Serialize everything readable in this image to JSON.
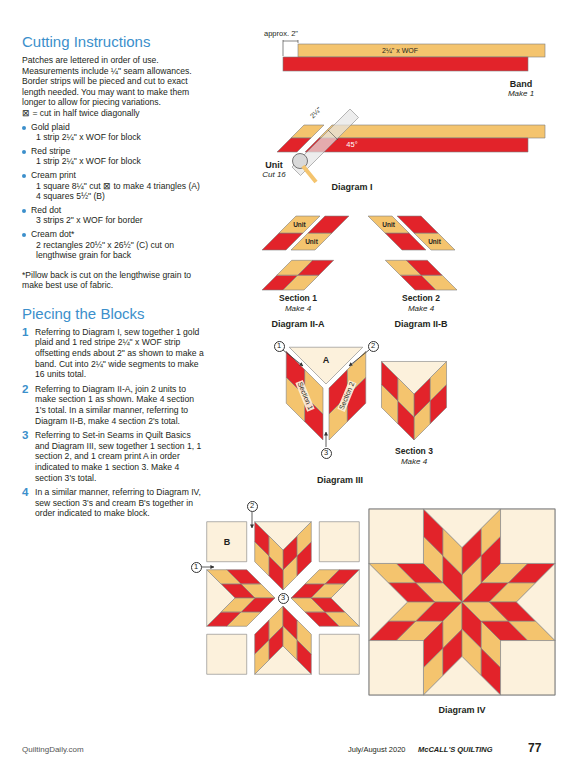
{
  "diagram": {
    "nodes": [
      {
        "text": [
          "1"
        ]
      },
      {
        "text": [
          "2"
        ]
      },
      {
        "text": [
          "3"
        ]
      },
      {
        "text": [
          "2"
        ]
      },
      {
        "text": [
          "1"
        ]
      },
      {
        "text": [
          "3"
        ]
      }
    ],
    "labels": [
      "Cutting Instructions",
      "Patches are lettered in order of use. Measurements include ¼\" seam allowances. Border strips will be pieced and cut to exact length needed. You may want to make them longer to allow for piecing variations.",
      "⊠ = cut in half twice diagonally",
      "Gold plaid",
      "1 strip 2¼\" x WOF for block",
      "Red stripe",
      "1 strip 2¼\" x WOF for block",
      "Cream print",
      "1 square 8¼\" cut ⊠ to make 4 triangles (A)",
      "4 squares 5½\" (B)",
      "Red dot",
      "3 strips 2\" x WOF for border",
      "Cream dot*",
      "2 rectangles 20½\" x 26½\" (C) cut on lengthwise grain for back",
      "*Pillow back is cut on the lengthwise grain to make best use of fabric.",
      "Piecing the Blocks",
      "1",
      "Referring to Diagram I, sew together 1 gold plaid and 1 red stripe 2¼\" x WOF strip offsetting ends about 2\" as shown to make a band. Cut into 2¼\" wide segments to make 16 units total.",
      "2",
      "Referring to Diagram II-A, join 2 units to make section 1 as shown. Make 4 section 1's total. In a similar manner, referring to Diagram II-B, make 4 section 2's total.",
      "3",
      "Referring to Set-in Seams in Quilt Basics and Diagram III, sew together 1 section 1, 1 section 2, and 1 cream print A in order indicated to make 1 section 3. Make 4 section 3's total.",
      "4",
      "In a similar manner, referring to Diagram IV, sew section 3's and cream B's together in order indicated to make block.",
      "QuiltingDaily.com",
      "July/August 2020",
      "McCALL'S QUILTING",
      "77",
      "approx. 2\"",
      "2¼\" x WOF",
      "Band",
      "Make 1",
      "2¼\"",
      "45°",
      "Unit",
      "Cut 16",
      "Diagram I",
      "Unit",
      "Unit",
      "Unit",
      "Unit",
      "Section 1",
      "Make 4",
      "Diagram II-A",
      "Section 2",
      "Make 4",
      "Diagram II-B",
      "A",
      "Section 1",
      "Section 2",
      "Section 3",
      "Make 4",
      "Diagram III",
      "B",
      "Diagram IV"
    ]
  }
}
